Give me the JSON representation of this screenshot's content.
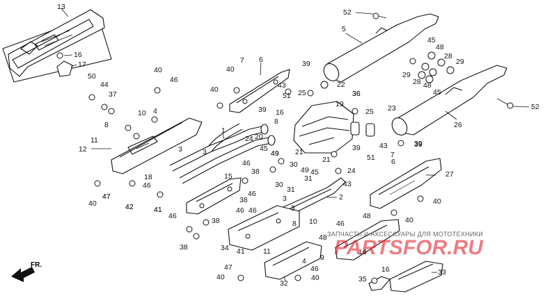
{
  "diagram": {
    "front_marker": "FR.",
    "watermark_text": "ЗАПЧАСТИ И АКСЕССУАРЫ ДЛЯ МОТОТЕХНИКИ",
    "watermark_logo": "PARTSFOR.RU",
    "logo_color": "#e0141e",
    "callouts": [
      "13",
      "16",
      "17",
      "52",
      "5",
      "45",
      "48",
      "28",
      "29",
      "29",
      "28",
      "48",
      "45",
      "52",
      "40",
      "46",
      "50",
      "44",
      "37",
      "7",
      "6",
      "40",
      "39",
      "22",
      "25",
      "40",
      "43",
      "51",
      "39",
      "36",
      "19",
      "25",
      "23",
      "26",
      "10",
      "4",
      "8",
      "11",
      "12",
      "1",
      "20",
      "24",
      "3",
      "3",
      "43",
      "39",
      "45",
      "49",
      "30",
      "21",
      "46",
      "38",
      "18",
      "46",
      "46",
      "40",
      "47",
      "42",
      "41",
      "46",
      "15",
      "38",
      "46",
      "46",
      "38",
      "38",
      "34",
      "41",
      "11",
      "9",
      "40",
      "47",
      "32",
      "4",
      "46",
      "40",
      "3",
      "3",
      "2",
      "46",
      "48",
      "14",
      "10",
      "6",
      "51",
      "7",
      "24",
      "27",
      "43",
      "40",
      "40",
      "16",
      "35",
      "33",
      "39",
      "30",
      "31",
      "8",
      "21",
      "48",
      "49",
      "45",
      "31",
      "8",
      "16",
      "39",
      "36",
      "42",
      "49",
      "47",
      "41"
    ]
  }
}
